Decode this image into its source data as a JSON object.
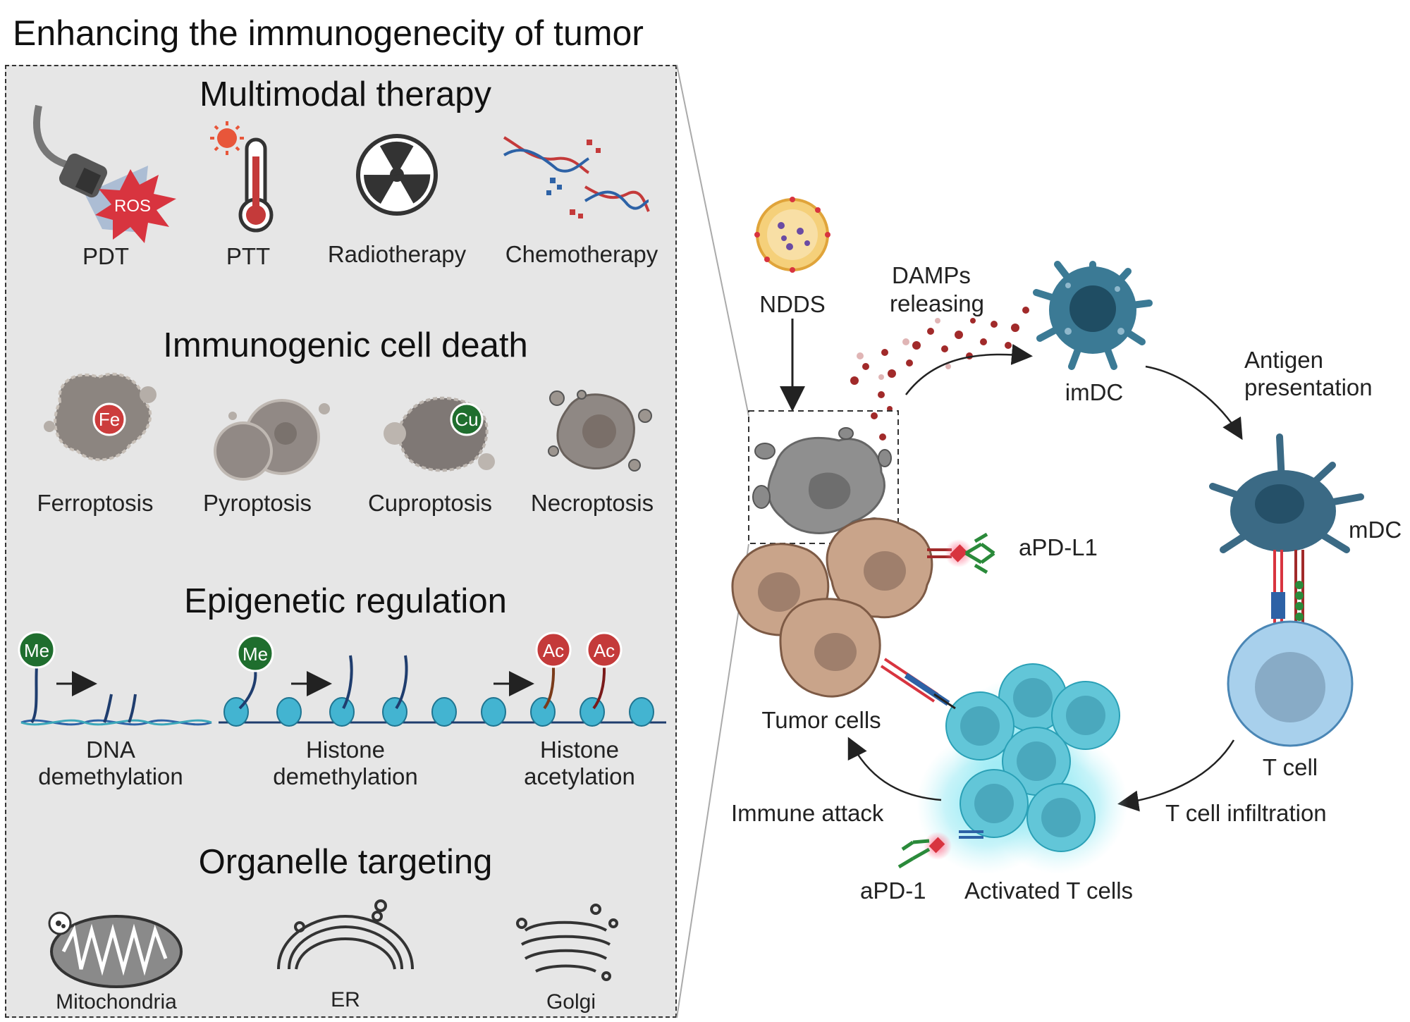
{
  "title": "Enhancing the  immunogenecity of tumor",
  "sections": {
    "multimodal": {
      "title": "Multimodal therapy",
      "items": [
        "PDT",
        "PTT",
        "Radiotherapy",
        "Chemotherapy"
      ],
      "ros_label": "ROS"
    },
    "icd": {
      "title": "Immunogenic cell death",
      "items": [
        "Ferroptosis",
        "Pyroptosis",
        "Cuproptosis",
        "Necroptosis"
      ],
      "fe_label": "Fe",
      "cu_label": "Cu"
    },
    "epigenetic": {
      "title": "Epigenetic regulation",
      "items": [
        {
          "line1": "DNA",
          "line2": "demethylation"
        },
        {
          "line1": "Histone",
          "line2": "demethylation"
        },
        {
          "line1": "Histone",
          "line2": "acetylation"
        }
      ],
      "me_label": "Me",
      "ac_label": "Ac"
    },
    "organelle": {
      "title": "Organelle targeting",
      "items": [
        "Mitochondria",
        "ER",
        "Golgi"
      ]
    }
  },
  "cycle": {
    "ndds": "NDDS",
    "damps_line1": "DAMPs",
    "damps_line2": "releasing",
    "imdc": "imDC",
    "antigen_line1": "Antigen",
    "antigen_line2": "presentation",
    "mdc": "mDC",
    "tcell": "T cell",
    "infiltration": "T cell infiltration",
    "activated": "Activated T cells",
    "apd1": "aPD-1",
    "immune_attack": "Immune attack",
    "tumor_cells": "Tumor cells",
    "apdl1": "aPD-L1"
  },
  "colors": {
    "panel_bg": "#e6e6e6",
    "ros_red": "#d8343f",
    "me_green": "#1f6e2e",
    "ac_red": "#c43a3a",
    "dc_blue": "#3b7a95",
    "tcell_blue": "#a8d0ec",
    "activated_cyan": "#62c6d8",
    "tumor_tan": "#c9a48a",
    "dying_gray": "#8c8c8c"
  }
}
